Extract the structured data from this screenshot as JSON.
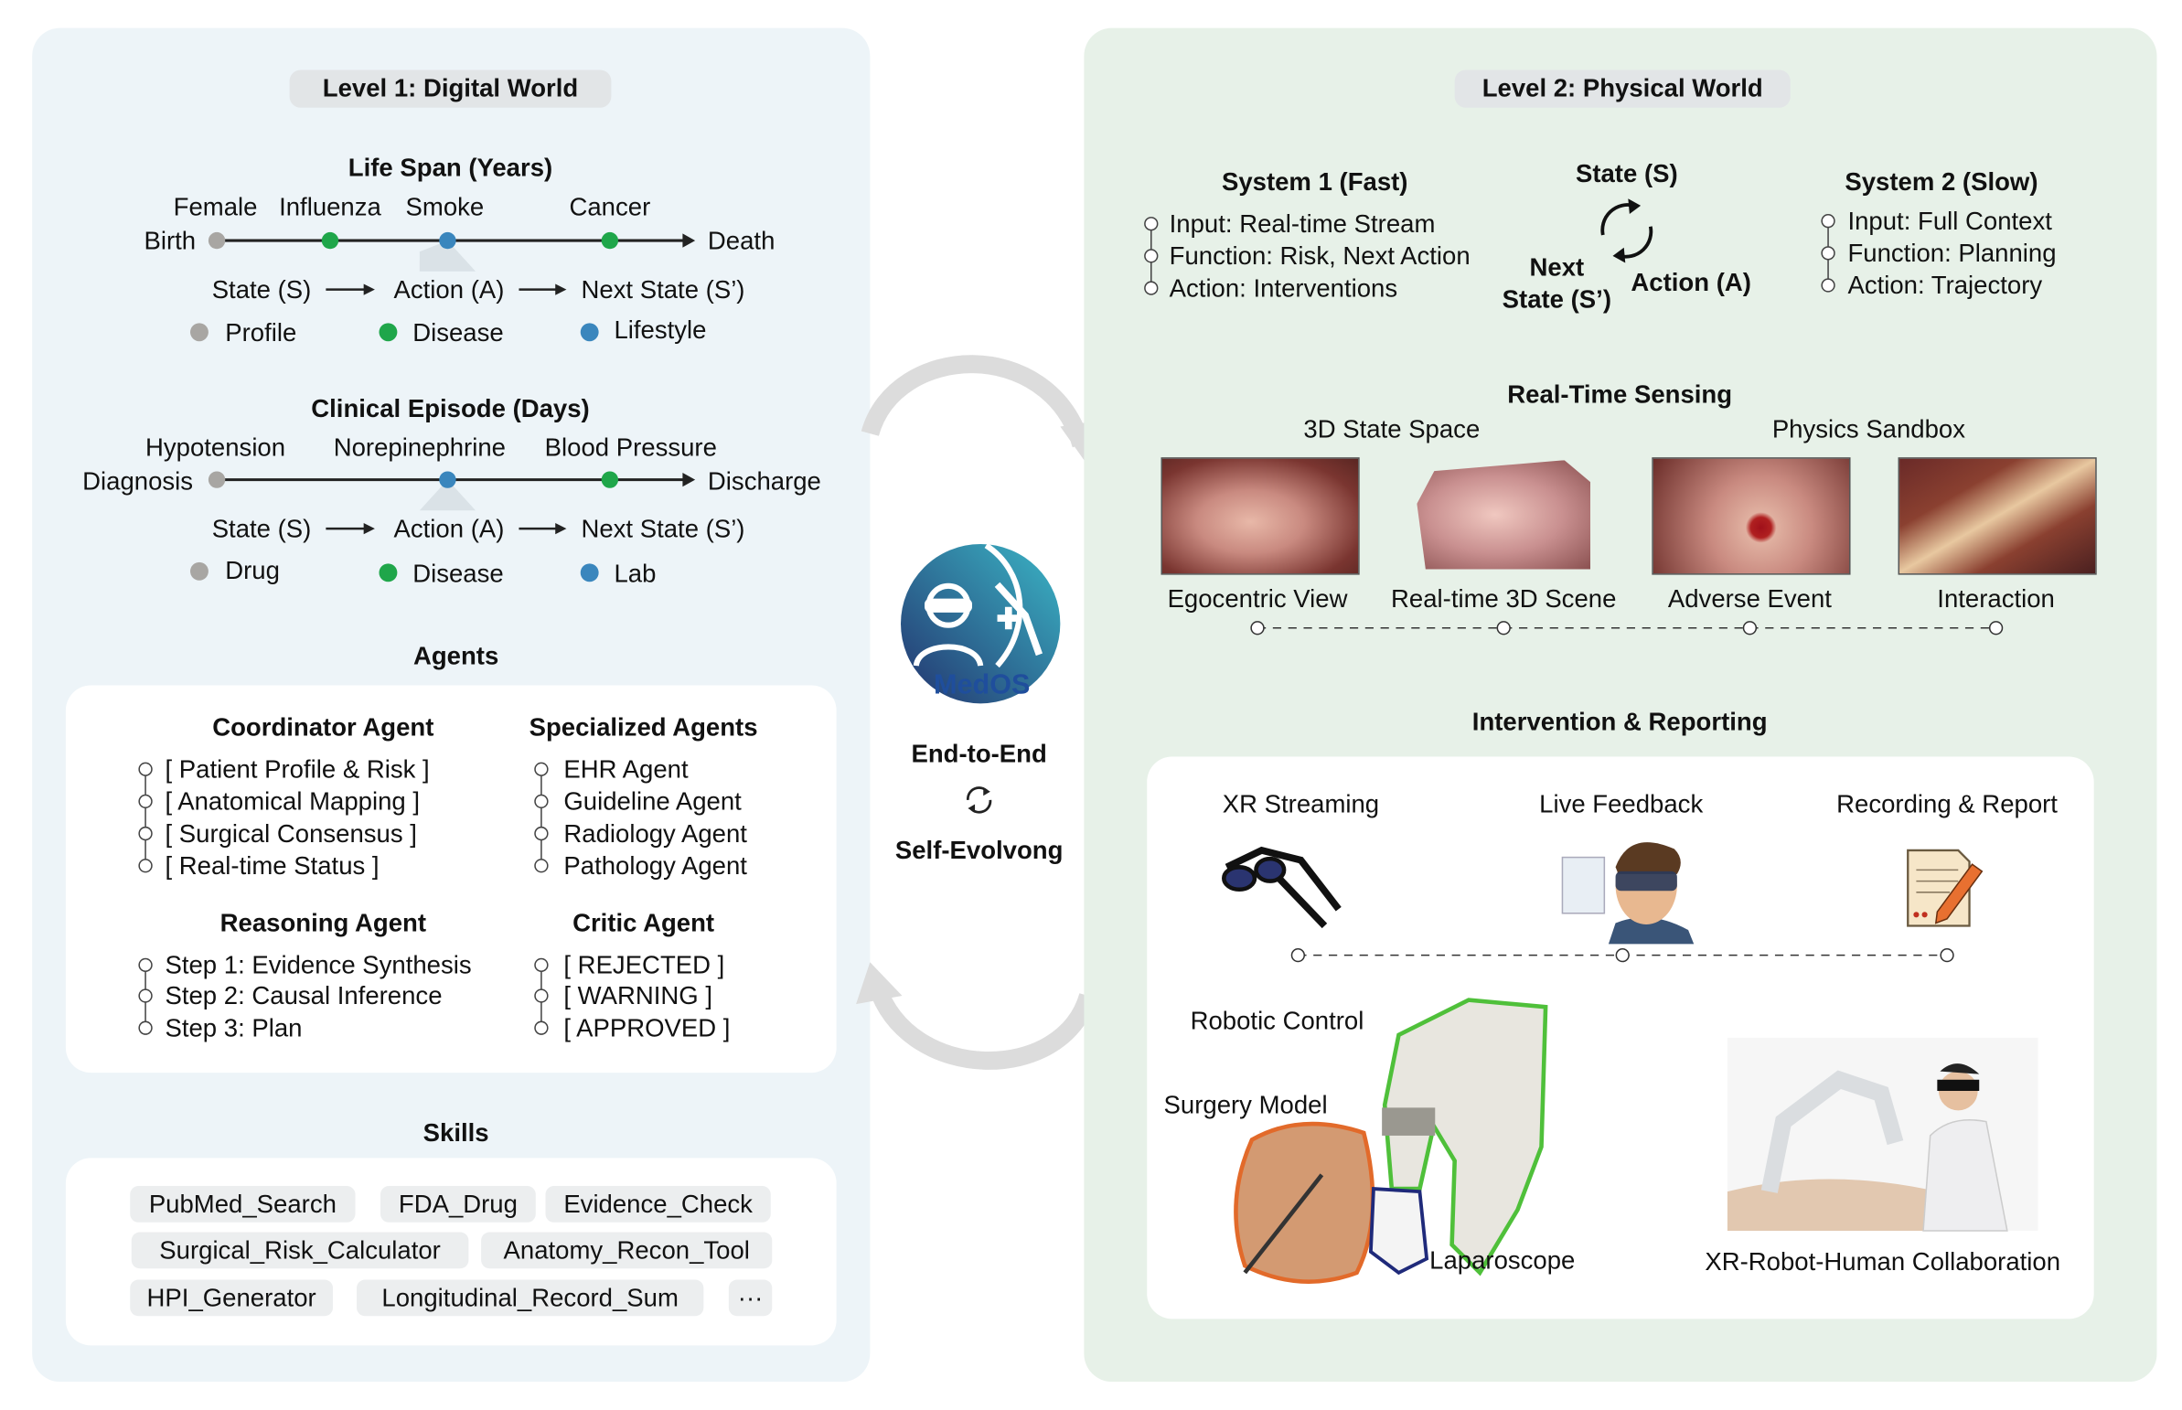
{
  "colors": {
    "profile": "#a8a6a3",
    "disease": "#1fa64a",
    "lifestyle": "#3a86bd",
    "left_panel": "#edf4f8",
    "right_panel": "#e7f1e8",
    "logo": "#1f4e9c"
  },
  "level1": {
    "title": "Level 1: Digital World",
    "life_span": {
      "title": "Life Span (Years)",
      "start": "Birth",
      "end": "Death",
      "events": [
        "Female",
        "Influenza",
        "Smoke",
        "Cancer"
      ],
      "row": [
        "State (S)",
        "Action (A)",
        "Next State (S’)"
      ],
      "legend": [
        "Profile",
        "Disease",
        "Lifestyle"
      ]
    },
    "clinical": {
      "title": "Clinical Episode (Days)",
      "start": "Diagnosis",
      "end": "Discharge",
      "events": [
        "Hypotension",
        "Norepinephrine",
        "Blood Pressure"
      ],
      "row": [
        "State (S)",
        "Action (A)",
        "Next State (S’)"
      ],
      "legend": [
        "Drug",
        "Disease",
        "Lab"
      ]
    },
    "agents": {
      "title": "Agents",
      "coordinator": {
        "title": "Coordinator Agent",
        "items": [
          "[ Patient Profile & Risk ]",
          "[ Anatomical Mapping ]",
          "[ Surgical Consensus ]",
          "[ Real-time Status ]"
        ]
      },
      "specialized": {
        "title": "Specialized Agents",
        "items": [
          "EHR Agent",
          "Guideline Agent",
          "Radiology Agent",
          "Pathology Agent"
        ]
      },
      "reasoning": {
        "title": "Reasoning Agent",
        "items": [
          "Step 1: Evidence Synthesis",
          "Step 2: Causal Inference",
          "Step 3: Plan"
        ]
      },
      "critic": {
        "title": "Critic Agent",
        "items": [
          "[ REJECTED ]",
          "[ WARNING ]",
          "[ APPROVED ]"
        ]
      }
    },
    "skills": {
      "title": "Skills",
      "items": [
        "PubMed_Search",
        "FDA_Drug",
        "Evidence_Check",
        "Surgical_Risk_Calculator",
        "Anatomy_Recon_Tool",
        "HPI_Generator",
        "Longitudinal_Record_Sum",
        "···"
      ]
    }
  },
  "center": {
    "logo_text": "MedOS",
    "line1": "End-to-End",
    "line2": "Self-Evolvong"
  },
  "level2": {
    "title": "Level 2: Physical World",
    "system1": {
      "title": "System 1 (Fast)",
      "items": [
        "Input: Real-time Stream",
        "Function: Risk, Next Action",
        "Action: Interventions"
      ]
    },
    "loop": {
      "state": "State (S)",
      "next1": "Next",
      "next2": "State (S’)",
      "action": "Action (A)"
    },
    "system2": {
      "title": "System 2 (Slow)",
      "items": [
        "Input: Full Context",
        "Function: Planning",
        "Action: Trajectory"
      ]
    },
    "sensing": {
      "title": "Real-Time Sensing",
      "group1": "3D State Space",
      "group2": "Physics Sandbox",
      "captions": [
        "Egocentric View",
        "Real-time 3D Scene",
        "Adverse Event",
        "Interaction"
      ]
    },
    "intervention": {
      "title": "Intervention & Reporting",
      "items": [
        "XR Streaming",
        "Live Feedback",
        "Recording & Report"
      ],
      "robotic_control": "Robotic Control",
      "surgery_model": "Surgery Model",
      "laparoscope": "Laparoscope",
      "collab": "XR-Robot-Human Collaboration"
    }
  }
}
